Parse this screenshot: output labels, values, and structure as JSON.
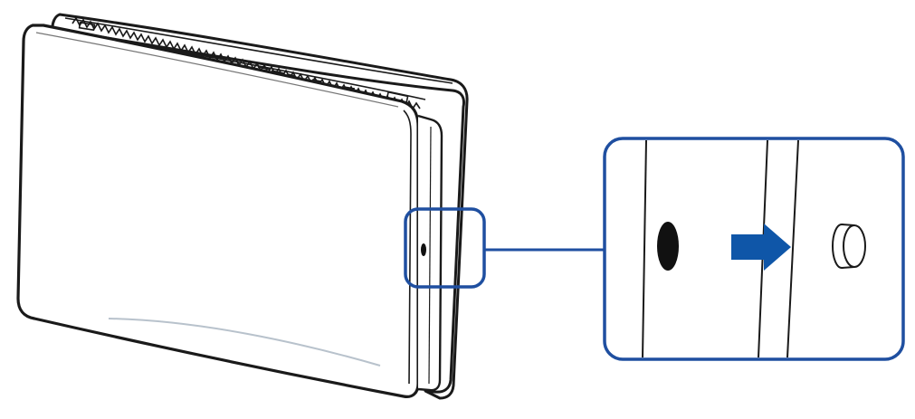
{
  "diagram": {
    "subject": "console-with-side-cover",
    "callout": "hole-and-screw-cap-detail",
    "arrow_direction": "right",
    "colors": {
      "outline": "#1a1a1a",
      "callout_frame": "#1f4fa0",
      "arrow": "#0f56a8",
      "fill": "#ffffff",
      "hole": "#111111"
    }
  }
}
